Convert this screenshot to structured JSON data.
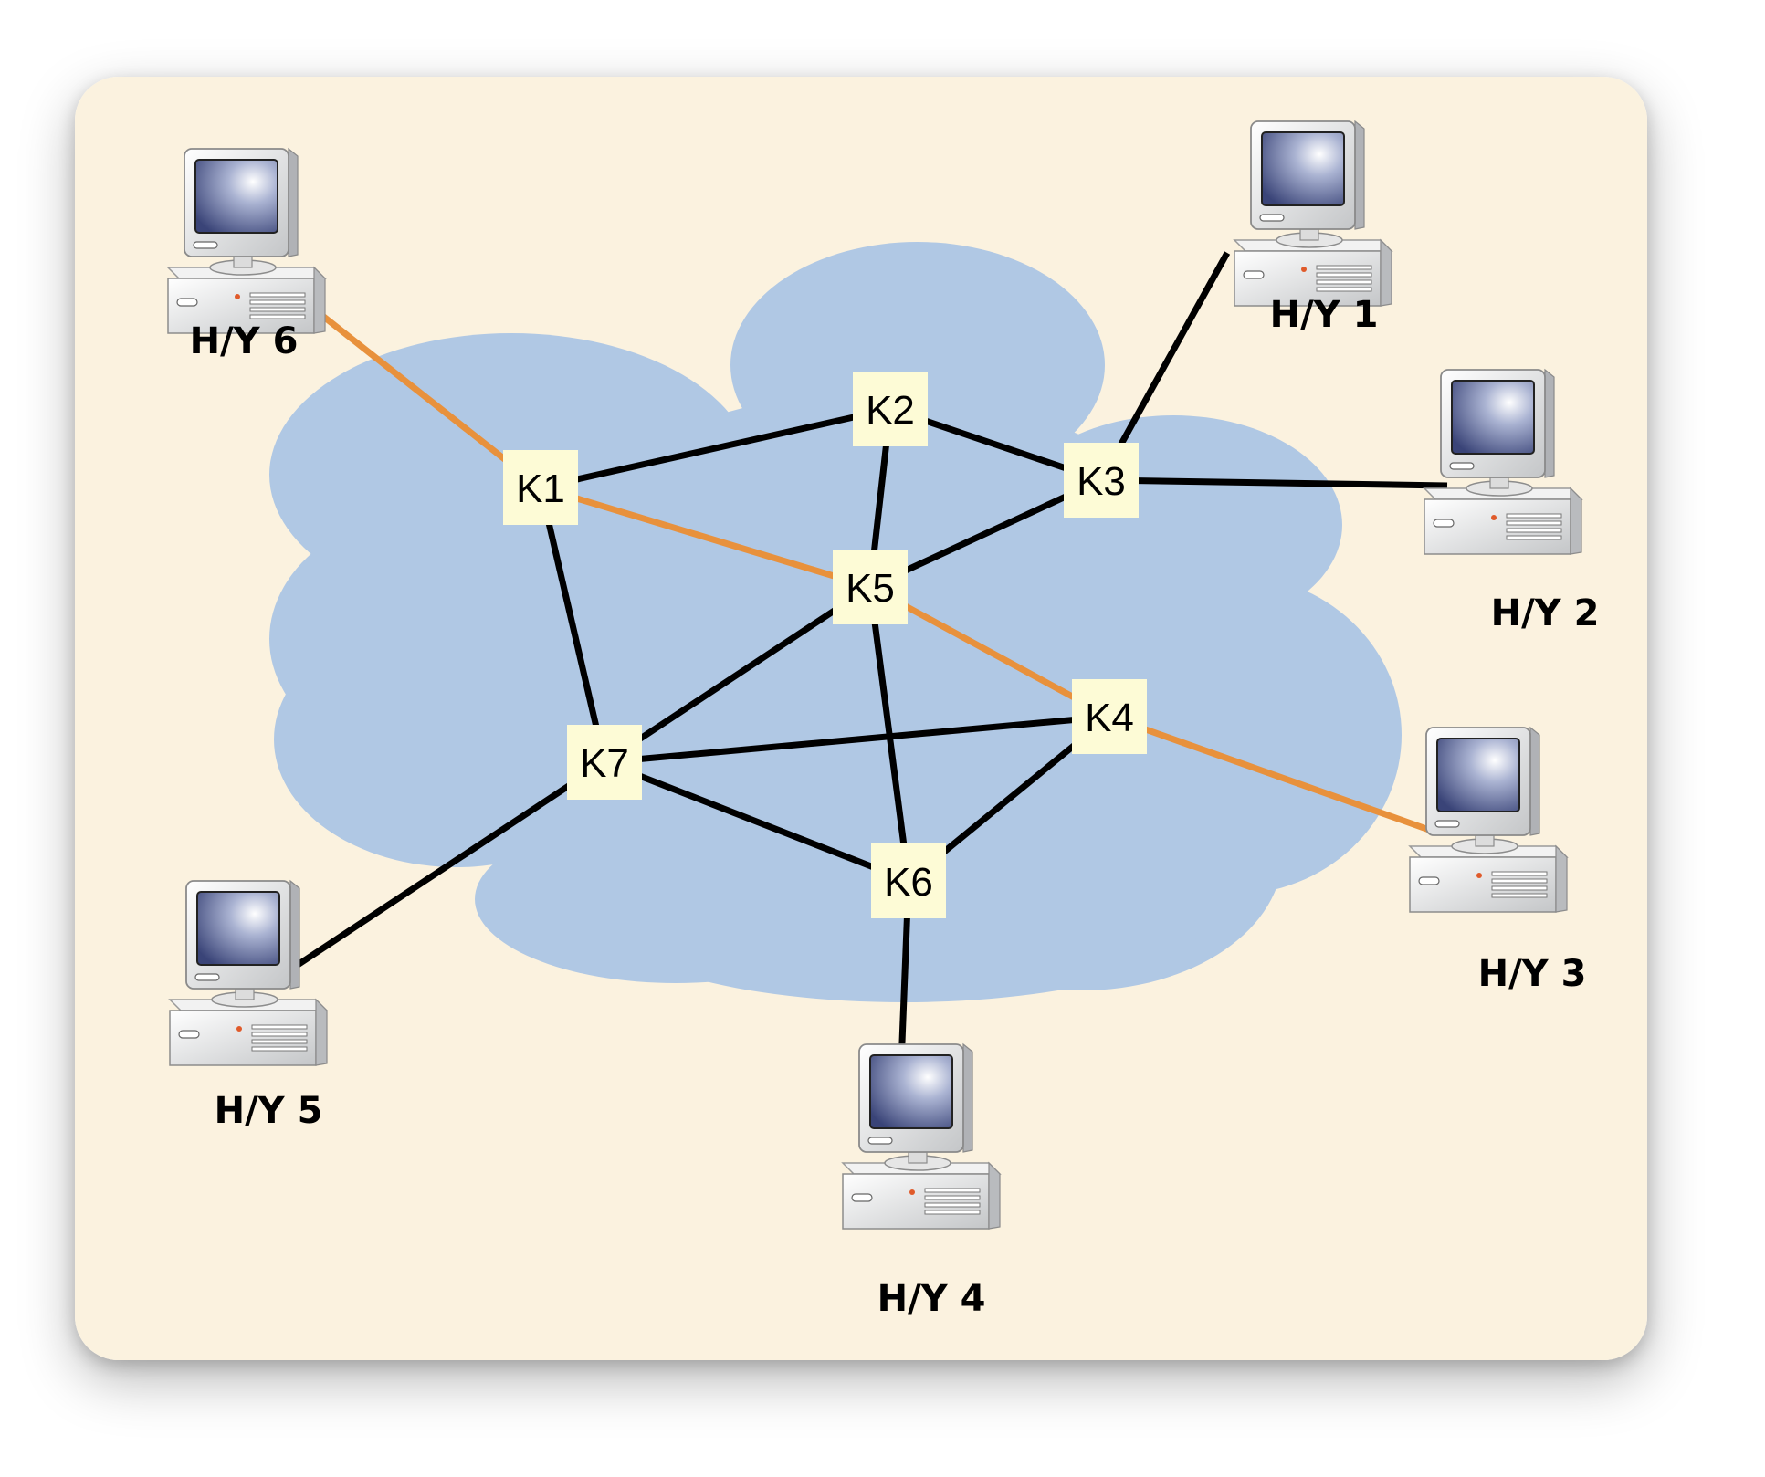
{
  "colors": {
    "panel": "#fbf2df",
    "cloud": "#b0c8e4",
    "node_fill": "#fdfbd6",
    "link_default": "#000000",
    "link_highlight": "#e8913c"
  },
  "nodes": [
    {
      "id": "K1",
      "label": "K1"
    },
    {
      "id": "K2",
      "label": "K2"
    },
    {
      "id": "K3",
      "label": "K3"
    },
    {
      "id": "K4",
      "label": "K4"
    },
    {
      "id": "K5",
      "label": "K5"
    },
    {
      "id": "K6",
      "label": "K6"
    },
    {
      "id": "K7",
      "label": "K7"
    }
  ],
  "hosts": [
    {
      "id": "H1",
      "label": "H/Y 1",
      "icon": "desktop-computer-icon"
    },
    {
      "id": "H2",
      "label": "H/Y 2",
      "icon": "desktop-computer-icon"
    },
    {
      "id": "H3",
      "label": "H/Y 3",
      "icon": "desktop-computer-icon"
    },
    {
      "id": "H4",
      "label": "H/Y 4",
      "icon": "desktop-computer-icon"
    },
    {
      "id": "H5",
      "label": "H/Y 5",
      "icon": "desktop-computer-icon"
    },
    {
      "id": "H6",
      "label": "H/Y 6",
      "icon": "desktop-computer-icon"
    }
  ],
  "links": [
    {
      "from": "K1",
      "to": "K2",
      "highlight": false
    },
    {
      "from": "K2",
      "to": "K3",
      "highlight": false
    },
    {
      "from": "K2",
      "to": "K5",
      "highlight": false
    },
    {
      "from": "K1",
      "to": "K5",
      "highlight": true
    },
    {
      "from": "K3",
      "to": "K5",
      "highlight": false
    },
    {
      "from": "K1",
      "to": "K7",
      "highlight": false
    },
    {
      "from": "K5",
      "to": "K7",
      "highlight": false
    },
    {
      "from": "K5",
      "to": "K4",
      "highlight": true
    },
    {
      "from": "K5",
      "to": "K6",
      "highlight": false
    },
    {
      "from": "K7",
      "to": "K4",
      "highlight": false
    },
    {
      "from": "K7",
      "to": "K6",
      "highlight": false
    },
    {
      "from": "K4",
      "to": "K6",
      "highlight": false
    },
    {
      "from": "K3",
      "to": "H1",
      "highlight": false
    },
    {
      "from": "K3",
      "to": "H2",
      "highlight": false
    },
    {
      "from": "K4",
      "to": "H3",
      "highlight": true
    },
    {
      "from": "K6",
      "to": "H4",
      "highlight": false
    },
    {
      "from": "K7",
      "to": "H5",
      "highlight": false
    },
    {
      "from": "K1",
      "to": "H6",
      "highlight": true
    }
  ]
}
